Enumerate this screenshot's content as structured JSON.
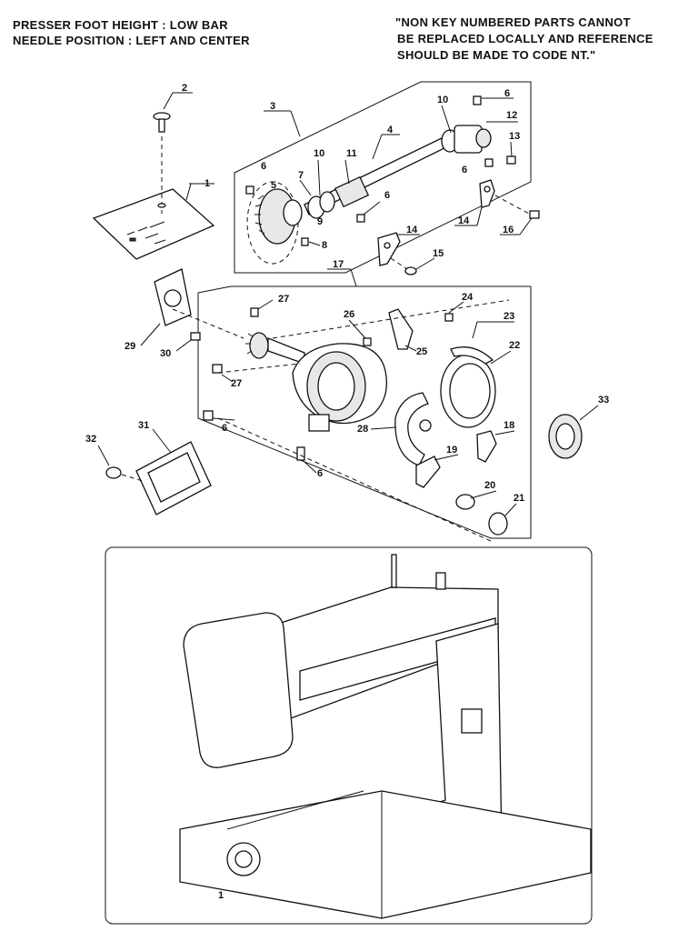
{
  "header": {
    "line1": "PRESSER FOOT HEIGHT : LOW BAR",
    "line2": "NEEDLE POSITION : LEFT AND CENTER",
    "note_line1": "\"NON KEY NUMBERED PARTS CANNOT",
    "note_line2": "BE REPLACED LOCALLY AND REFERENCE",
    "note_line3": "SHOULD BE MADE TO CODE NT.\""
  },
  "callouts": {
    "c1": "1",
    "c2": "2",
    "c3": "3",
    "c4": "4",
    "c5": "5",
    "c6a": "6",
    "c6b": "6",
    "c6c": "6",
    "c6d": "6",
    "c6e": "6",
    "c6f": "6",
    "c7": "7",
    "c8": "8",
    "c9": "9",
    "c10a": "10",
    "c10b": "10",
    "c11": "11",
    "c12": "12",
    "c13": "13",
    "c14a": "14",
    "c14b": "14",
    "c15": "15",
    "c16": "16",
    "c17": "17",
    "c18": "18",
    "c19": "19",
    "c20": "20",
    "c21": "21",
    "c22": "22",
    "c23": "23",
    "c24": "24",
    "c25": "25",
    "c26": "26",
    "c27a": "27",
    "c27b": "27",
    "c28": "28",
    "c29": "29",
    "c30": "30",
    "c31": "31",
    "c32": "32",
    "c33": "33",
    "machine_ref": "1"
  }
}
